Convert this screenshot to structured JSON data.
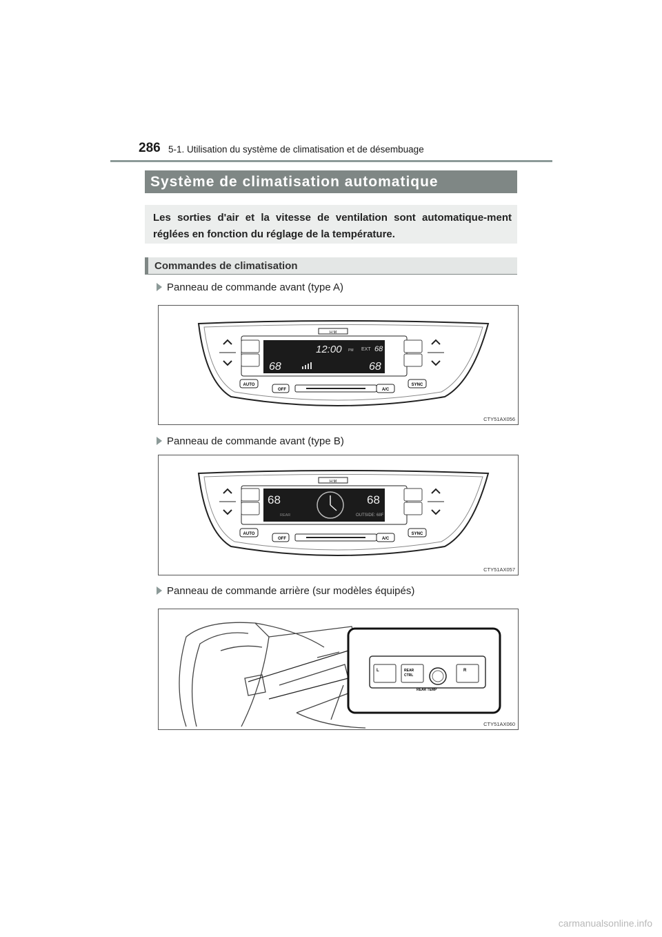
{
  "header": {
    "page_number": "286",
    "chapter": "5-1. Utilisation du système de climatisation et de désembuage"
  },
  "section_title": "Système de climatisation automatique",
  "intro": "Les sorties d'air et la vitesse de ventilation sont automatique-ment réglées en fonction du réglage de la température.",
  "subsection_title": "Commandes de climatisation",
  "items": [
    {
      "label": "Panneau de commande avant (type A)",
      "figure_code": "CTY51AX056",
      "display": {
        "clock": "12:00",
        "pm": "PM",
        "ext_label": "EXT",
        "ext_temp": "68",
        "temp_left": "68",
        "temp_right": "68"
      }
    },
    {
      "label": "Panneau de commande avant (type B)",
      "figure_code": "CTY51AX057",
      "display": {
        "temp_left": "68",
        "temp_right": "68",
        "rear_label": "REAR",
        "outside_label": "OUTSIDE: 68F"
      }
    },
    {
      "label": "Panneau de commande arrière (sur modèles équipés)",
      "figure_code": "CTY51AX060",
      "buttons": {
        "left": "L",
        "rear_ctrl_1": "REAR",
        "rear_ctrl_2": "CTRL",
        "right": "R",
        "rear_temp": "REAR TEMP"
      }
    }
  ],
  "panel_buttons": {
    "hm": "H   M",
    "auto": "AUTO",
    "off": "OFF",
    "ac": "A/C",
    "sync": "SYNC",
    "minus": "–",
    "plus": "+"
  },
  "footer": "carmanualsonline.info",
  "colors": {
    "title_bar": "#7f8785",
    "intro_box": "#eceeed",
    "rule": "#8c9a98"
  }
}
